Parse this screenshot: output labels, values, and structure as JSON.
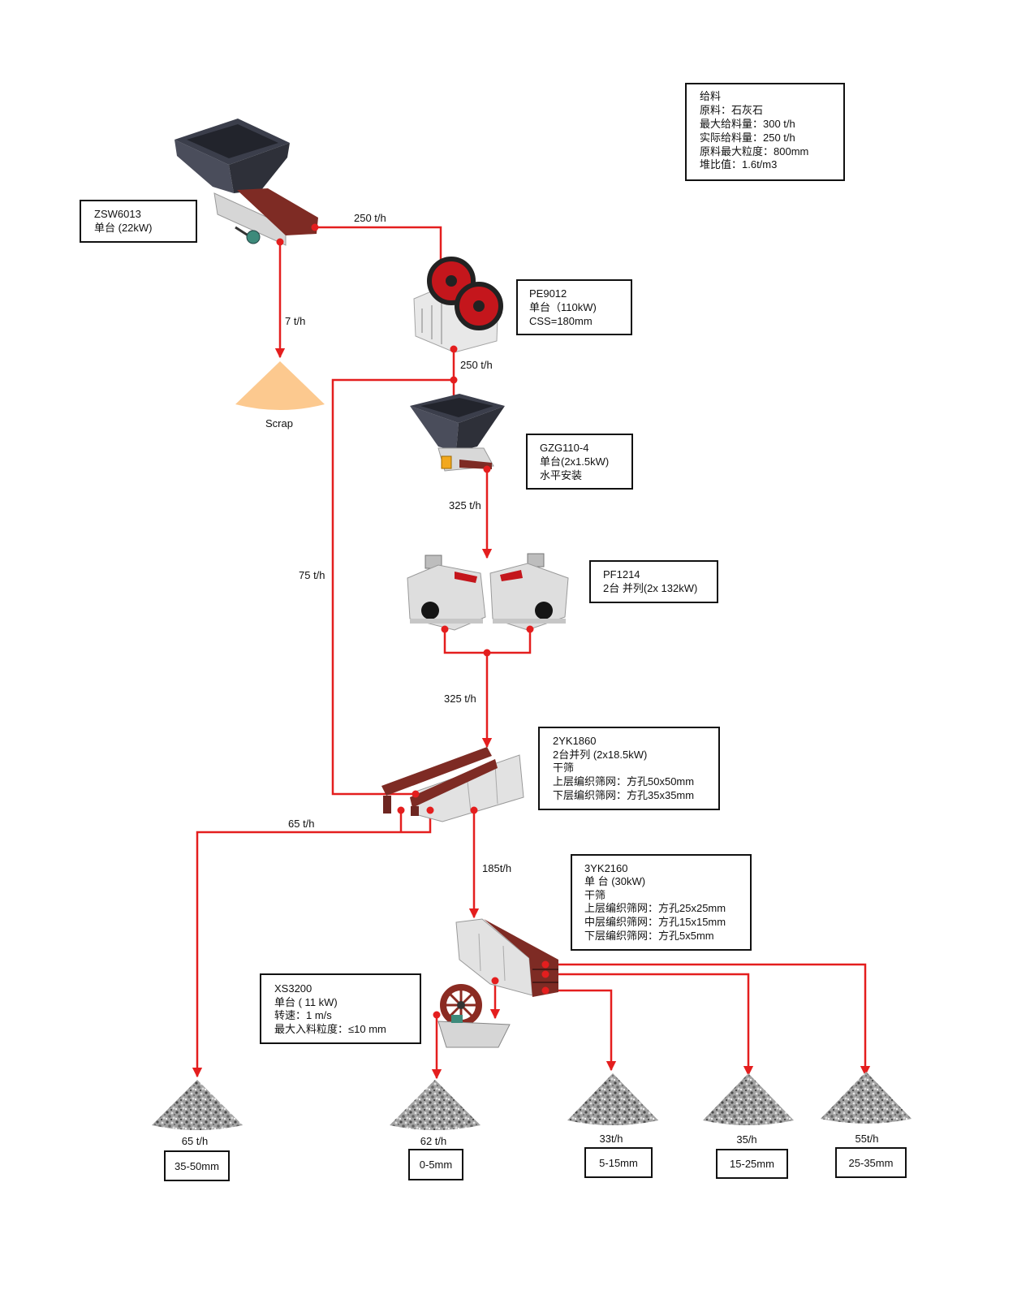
{
  "feed_info": {
    "lines": [
      "给料",
      "原料：石灰石",
      "最大给料量：300 t/h",
      "实际给料量：250 t/h",
      "原料最大粒度：800mm",
      "堆比值：1.6t/m3"
    ]
  },
  "equipment": {
    "vibrating_feeder": {
      "lines": [
        "ZSW6013",
        "单台 (22kW)"
      ]
    },
    "jaw_crusher": {
      "lines": [
        "PE9012",
        "单台（110kW)",
        "CSS=180mm"
      ]
    },
    "belt_feeder": {
      "lines": [
        "GZG110-4",
        "单台(2x1.5kW)",
        "水平安装"
      ]
    },
    "impact_crusher": {
      "lines": [
        "PF1214",
        "2台 并列(2x 132kW)"
      ]
    },
    "screen_1": {
      "lines": [
        "2YK1860",
        "2台并列 (2x18.5kW)",
        "干筛",
        "上层编织筛网：方孔50x50mm",
        "下层编织筛网：方孔35x35mm"
      ]
    },
    "screen_2": {
      "lines": [
        "3YK2160",
        "单 台 (30kW)",
        "干筛",
        "上层编织筛网：方孔25x25mm",
        "中层编织筛网：方孔15x15mm",
        "下层编织筛网：方孔5x5mm"
      ]
    },
    "sand_washer": {
      "lines": [
        "XS3200",
        "单台 ( 11 kW)",
        "转速：1 m/s",
        "最大入料粒度：≤10 mm"
      ]
    }
  },
  "flows": {
    "feeder_to_jaw": "250 t/h",
    "feeder_to_scrap": "7 t/h",
    "jaw_out": "250 t/h",
    "recirculation": "75 t/h",
    "feeder2_to_impact": "325 t/h",
    "impact_to_screen": "325 t/h",
    "screen1_oversize": "65 t/h",
    "screen1_to_screen2": "185t/h"
  },
  "scrap": {
    "label": "Scrap"
  },
  "products": [
    {
      "rate": "65 t/h",
      "size": "35-50mm"
    },
    {
      "rate": "62 t/h",
      "size": "0-5mm"
    },
    {
      "rate": "33t/h",
      "size": "5-15mm"
    },
    {
      "rate": "35/h",
      "size": "15-25mm"
    },
    {
      "rate": "55t/h",
      "size": "25-35mm"
    }
  ],
  "colors": {
    "flow": "#e41e1e",
    "scrap_pile": "#fcc98f",
    "hopper": "#3b3e4b",
    "feeder_pan": "#7e2b24"
  }
}
